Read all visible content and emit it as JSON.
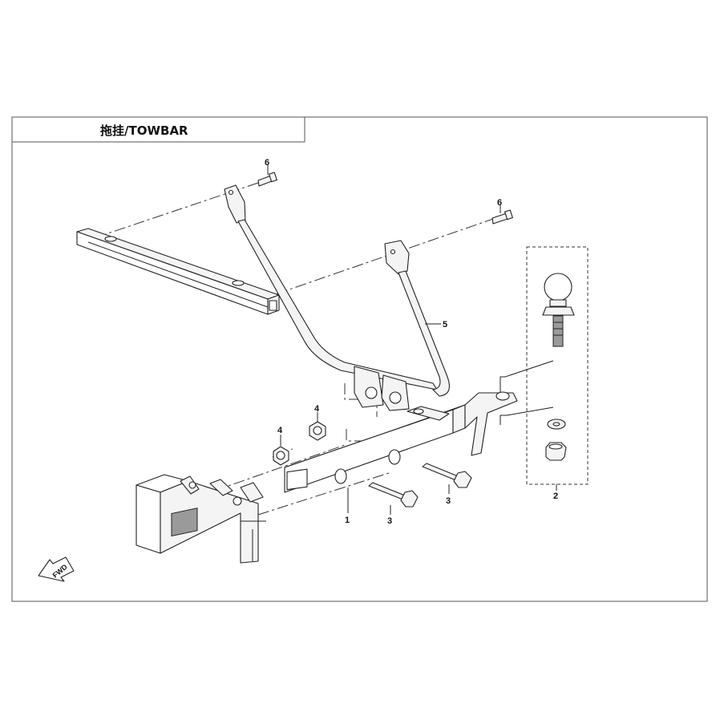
{
  "title": "拖挂/TOWBAR",
  "fwd_label": "FWD",
  "callouts": {
    "bolt_left": "6",
    "bolt_right": "6",
    "frame_bracket": "5",
    "ball_assembly": "2",
    "spacer_left": "4",
    "spacer_center": "4",
    "receiver_tube": "1",
    "flange_bolt_front": "3",
    "flange_bolt_rear": "3"
  }
}
